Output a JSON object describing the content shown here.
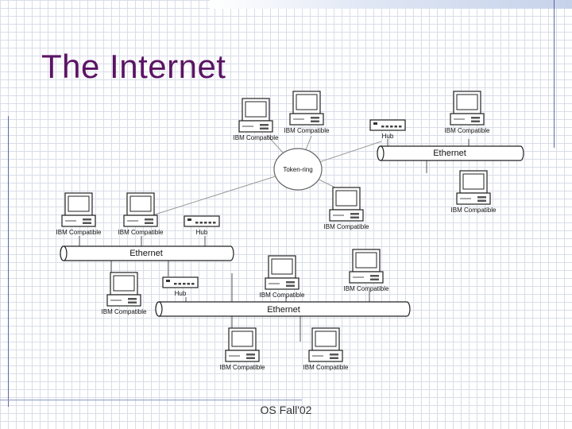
{
  "slide": {
    "title": "The Internet",
    "footer": "OS Fall'02",
    "title_color": "#5b1464"
  },
  "diagram": {
    "computer_label": "IBM Compatible",
    "hub_label": "Hub",
    "ethernet_label": "Ethernet",
    "ring_label": "Token-ring",
    "icons": {
      "computer": "desktop-computer-icon",
      "hub": "network-hub-icon"
    }
  }
}
